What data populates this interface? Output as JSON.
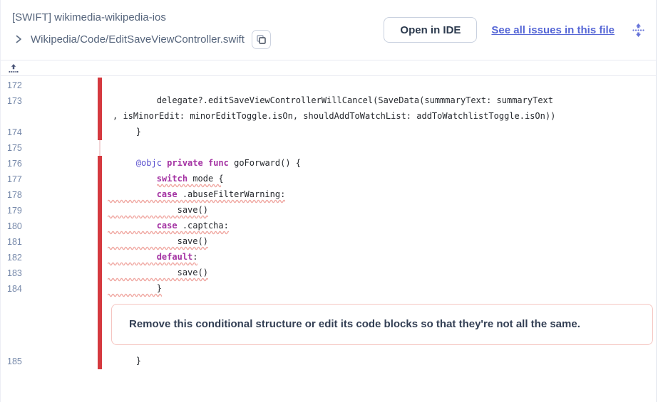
{
  "header": {
    "project": "[SWIFT] wikimedia-wikipedia-ios",
    "file_path": "Wikipedia/Code/EditSaveViewController.swift",
    "open_in_ide_label": "Open in IDE",
    "see_all_issues_label": "See all issues in this file"
  },
  "icons": {
    "breadcrumb": "chevron-right-icon",
    "copy": "copy-icon",
    "expand_lines_above": "expand-up-icon",
    "expand_all_lines": "expand-vertical-icon"
  },
  "colors": {
    "accent_link": "#5566d6",
    "issue_red_bar": "#d5393f",
    "squiggle": "#f0a8a2",
    "issue_box_border": "#f5c5c1",
    "keyword": "#a433a3",
    "annotation": "#5b52cf",
    "line_number": "#7487a9",
    "code_text": "#26292e"
  },
  "issue": {
    "message": "Remove this conditional structure or edit its code blocks so that they're not all the same."
  },
  "code": {
    "language": "swift",
    "first_line": 172,
    "last_line": 185,
    "lines": [
      {
        "num": "172",
        "segments": []
      },
      {
        "num": "173",
        "segments": [
          {
            "t": "            delegate?.editSaveViewControllerWillCancel(SaveData(summmaryText: summaryText",
            "s": "plain"
          }
        ],
        "wrap": [
          {
            "t": ", isMinorEdit: minorEditToggle.isOn, shouldAddToWatchList: addToWatchlistToggle.isOn))",
            "s": "plain"
          }
        ]
      },
      {
        "num": "174",
        "segments": [
          {
            "t": "        }",
            "s": "plain"
          }
        ]
      },
      {
        "num": "175",
        "segments": []
      },
      {
        "num": "176",
        "segments": [
          {
            "t": "        ",
            "s": "plain"
          },
          {
            "t": "@objc",
            "s": "attr"
          },
          {
            "t": " ",
            "s": "plain"
          },
          {
            "t": "private",
            "s": "kw"
          },
          {
            "t": " ",
            "s": "plain"
          },
          {
            "t": "func",
            "s": "kw"
          },
          {
            "t": " goForward() {",
            "s": "plain"
          }
        ]
      },
      {
        "num": "177",
        "segments": [
          {
            "t": "            ",
            "s": "plain"
          },
          {
            "t": "switch",
            "s": "kw"
          },
          {
            "t": " mode {",
            "s": "plain"
          }
        ],
        "wavy": {
          "from": 12,
          "to": 24.5
        }
      },
      {
        "num": "178",
        "segments": [
          {
            "t": "            ",
            "s": "plain"
          },
          {
            "t": "case",
            "s": "kw"
          },
          {
            "t": " .abuseFilterWarning:",
            "s": "plain"
          }
        ],
        "wavy": {
          "from": 2.5,
          "to": 37
        }
      },
      {
        "num": "179",
        "segments": [
          {
            "t": "                save()",
            "s": "plain"
          }
        ],
        "wavy": {
          "from": 2.5,
          "to": 22
        }
      },
      {
        "num": "180",
        "segments": [
          {
            "t": "            ",
            "s": "plain"
          },
          {
            "t": "case",
            "s": "kw"
          },
          {
            "t": " .captcha:",
            "s": "plain"
          }
        ],
        "wavy": {
          "from": 2.5,
          "to": 26
        }
      },
      {
        "num": "181",
        "segments": [
          {
            "t": "                save()",
            "s": "plain"
          }
        ],
        "wavy": {
          "from": 2.5,
          "to": 22
        }
      },
      {
        "num": "182",
        "segments": [
          {
            "t": "            ",
            "s": "plain"
          },
          {
            "t": "default",
            "s": "kw"
          },
          {
            "t": ":",
            "s": "plain"
          }
        ],
        "wavy": {
          "from": 2.5,
          "to": 20
        }
      },
      {
        "num": "183",
        "segments": [
          {
            "t": "                save()",
            "s": "plain"
          }
        ],
        "wavy": {
          "from": 2.5,
          "to": 22
        }
      },
      {
        "num": "184",
        "segments": [
          {
            "t": "            }",
            "s": "plain"
          }
        ],
        "wavy": {
          "from": 2.5,
          "to": 13
        },
        "issue_after": true
      },
      {
        "num": "185",
        "segments": [
          {
            "t": "        }",
            "s": "plain"
          }
        ]
      }
    ],
    "bars": [
      {
        "from": "172",
        "to": "174"
      },
      {
        "from": "176",
        "to": "185"
      }
    ]
  }
}
